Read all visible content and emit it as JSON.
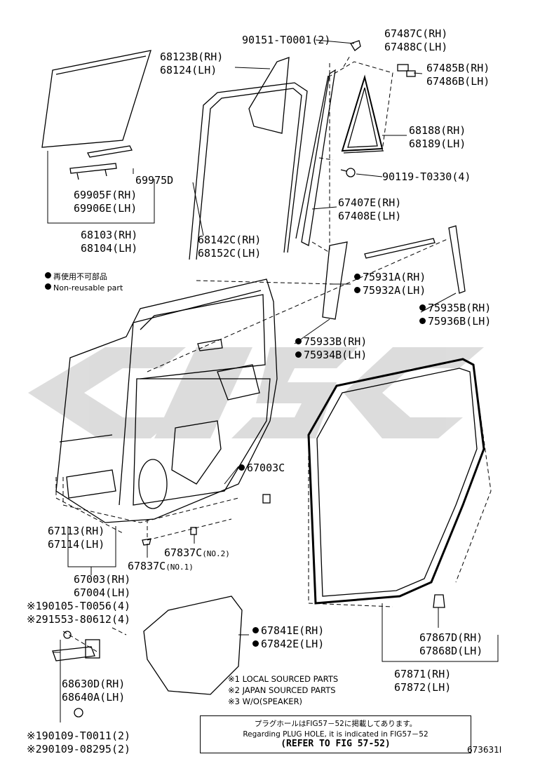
{
  "watermark": "CISC",
  "legend": {
    "nonreusable_jp": "再使用不可部品",
    "nonreusable_en": "Non-reusable part"
  },
  "parts": {
    "p90151": "90151-T0001(2)",
    "p67487": "67487C(RH)",
    "p67488": "67488C(LH)",
    "p68123": "68123B(RH)",
    "p68124": "68124(LH)",
    "p67485": "67485B(RH)",
    "p67486": "67486B(LH)",
    "p68188": "68188(RH)",
    "p68189": "68189(LH)",
    "p69975": "69975D",
    "p90119": "90119-T0330(4)",
    "p69905": "69905F(RH)",
    "p69906": "69906E(LH)",
    "p67407": "67407E(RH)",
    "p67408": "67408E(LH)",
    "p68103": "68103(RH)",
    "p68104": "68104(LH)",
    "p68142": "68142C(RH)",
    "p68152": "68152C(LH)",
    "p75931": "75931A(RH)",
    "p75932": "75932A(LH)",
    "p75935": "75935B(RH)",
    "p75936": "75936B(LH)",
    "p75933": "75933B(RH)",
    "p75934": "75934B(LH)",
    "p67003c": "67003C",
    "p67113": "67113(RH)",
    "p67114": "67114(LH)",
    "p67837a": "67837C",
    "p67837a_sub": "(NO.2)",
    "p67837b": "67837C",
    "p67837b_sub": "(NO.1)",
    "p67003": "67003(RH)",
    "p67004": "67004(LH)",
    "p90105": "※190105-T0056(4)",
    "p91553": "※291553-80612(4)",
    "p67841": "67841E(RH)",
    "p67842": "67842E(LH)",
    "p67867": "67867D(RH)",
    "p67868": "67868D(LH)",
    "p68630": "68630D(RH)",
    "p68640": "68640A(LH)",
    "p67871": "67871(RH)",
    "p67872": "67872(LH)",
    "p90109a": "※190109-T0011(2)",
    "p90109b": "※290109-08295(2)"
  },
  "notes": {
    "n1": "※1 LOCAL SOURCED PARTS",
    "n2": "※2 JAPAN SOURCED PARTS",
    "n3": "※3 W/O(SPEAKER)"
  },
  "reference": {
    "jp": "プラグホールはFIG57－52に掲載してあります。",
    "en": "Regarding PLUG HOLE, it is indicated in FIG57－52",
    "refer": "(REFER TO FIG 57-52)"
  },
  "figure_id": "673631I"
}
